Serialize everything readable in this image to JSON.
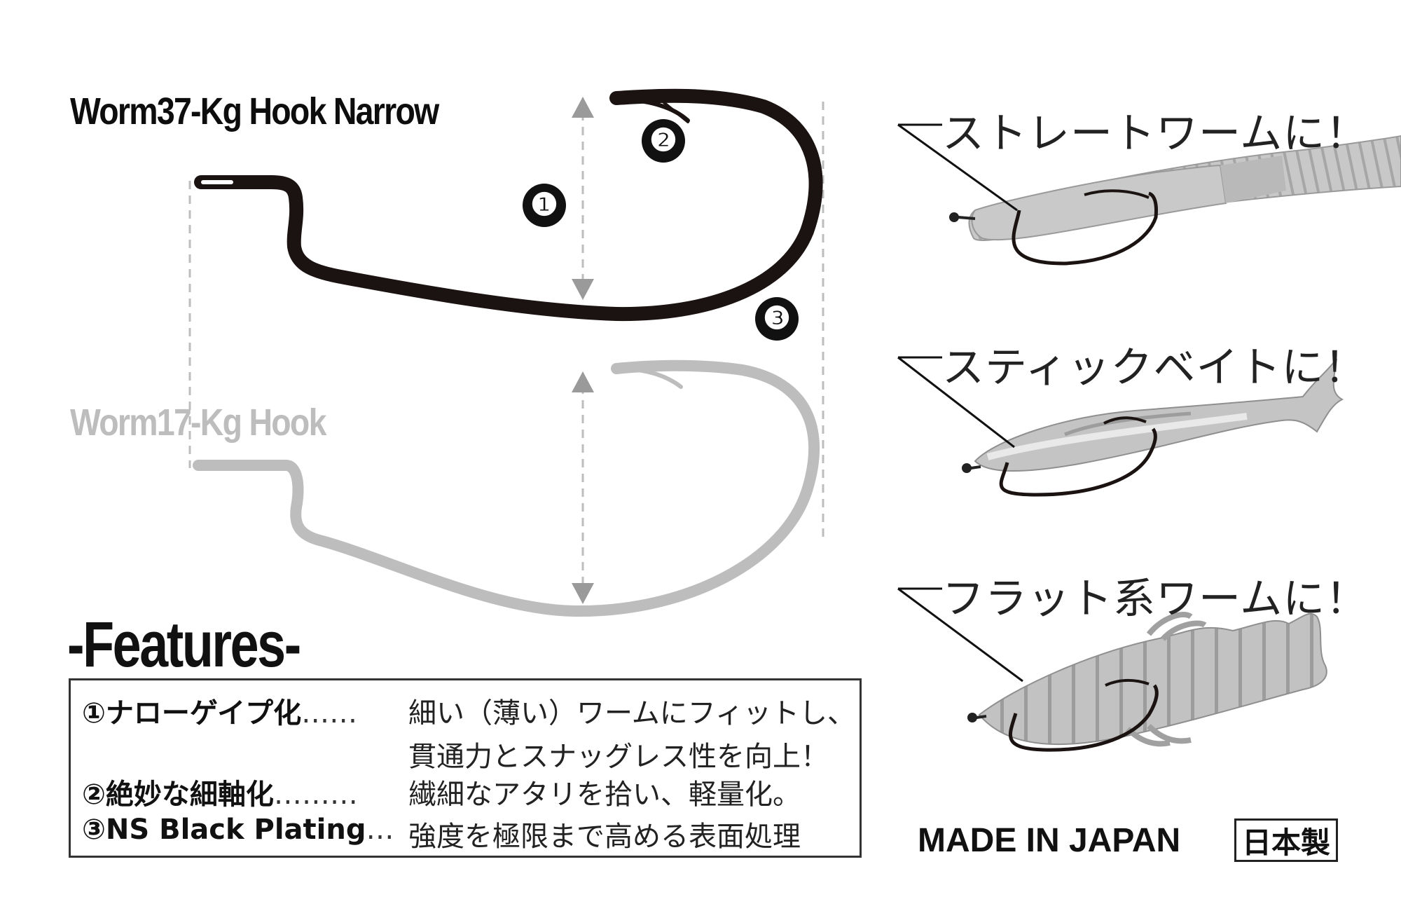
{
  "hooks": {
    "new_name": "Worm37-Kg Hook Narrow",
    "old_name": "Worm17-Kg Hook",
    "markers": [
      "❶",
      "❷",
      "❸"
    ]
  },
  "usage": [
    {
      "label": "ストレートワームに！",
      "bait": "straight-worm"
    },
    {
      "label": "スティックベイトに！",
      "bait": "stick-bait"
    },
    {
      "label": "フラット系ワームに！",
      "bait": "flat-worm"
    }
  ],
  "features": {
    "heading": "-Features-",
    "items": [
      {
        "label": "①ナローゲイプ化",
        "dots": "……",
        "desc_lines": [
          "細い（薄い）ワームにフィットし、",
          "貫通力とスナッグレス性を向上！"
        ]
      },
      {
        "label": "②絶妙な細軸化",
        "dots": "………",
        "desc_lines": [
          "繊細なアタリを拾い、軽量化。"
        ]
      },
      {
        "label": "③NS Black Plating",
        "dots": "…",
        "desc_lines": [
          "強度を極限まで高める表面処理"
        ]
      }
    ]
  },
  "origin": {
    "made_in": "MADE IN JAPAN",
    "seal": "日本製"
  },
  "colors": {
    "hook_new": "#1a1311",
    "hook_old": "#bdbdbd",
    "bait_fill": "#c4c4c4",
    "bait_dark": "#8f8f8f"
  }
}
